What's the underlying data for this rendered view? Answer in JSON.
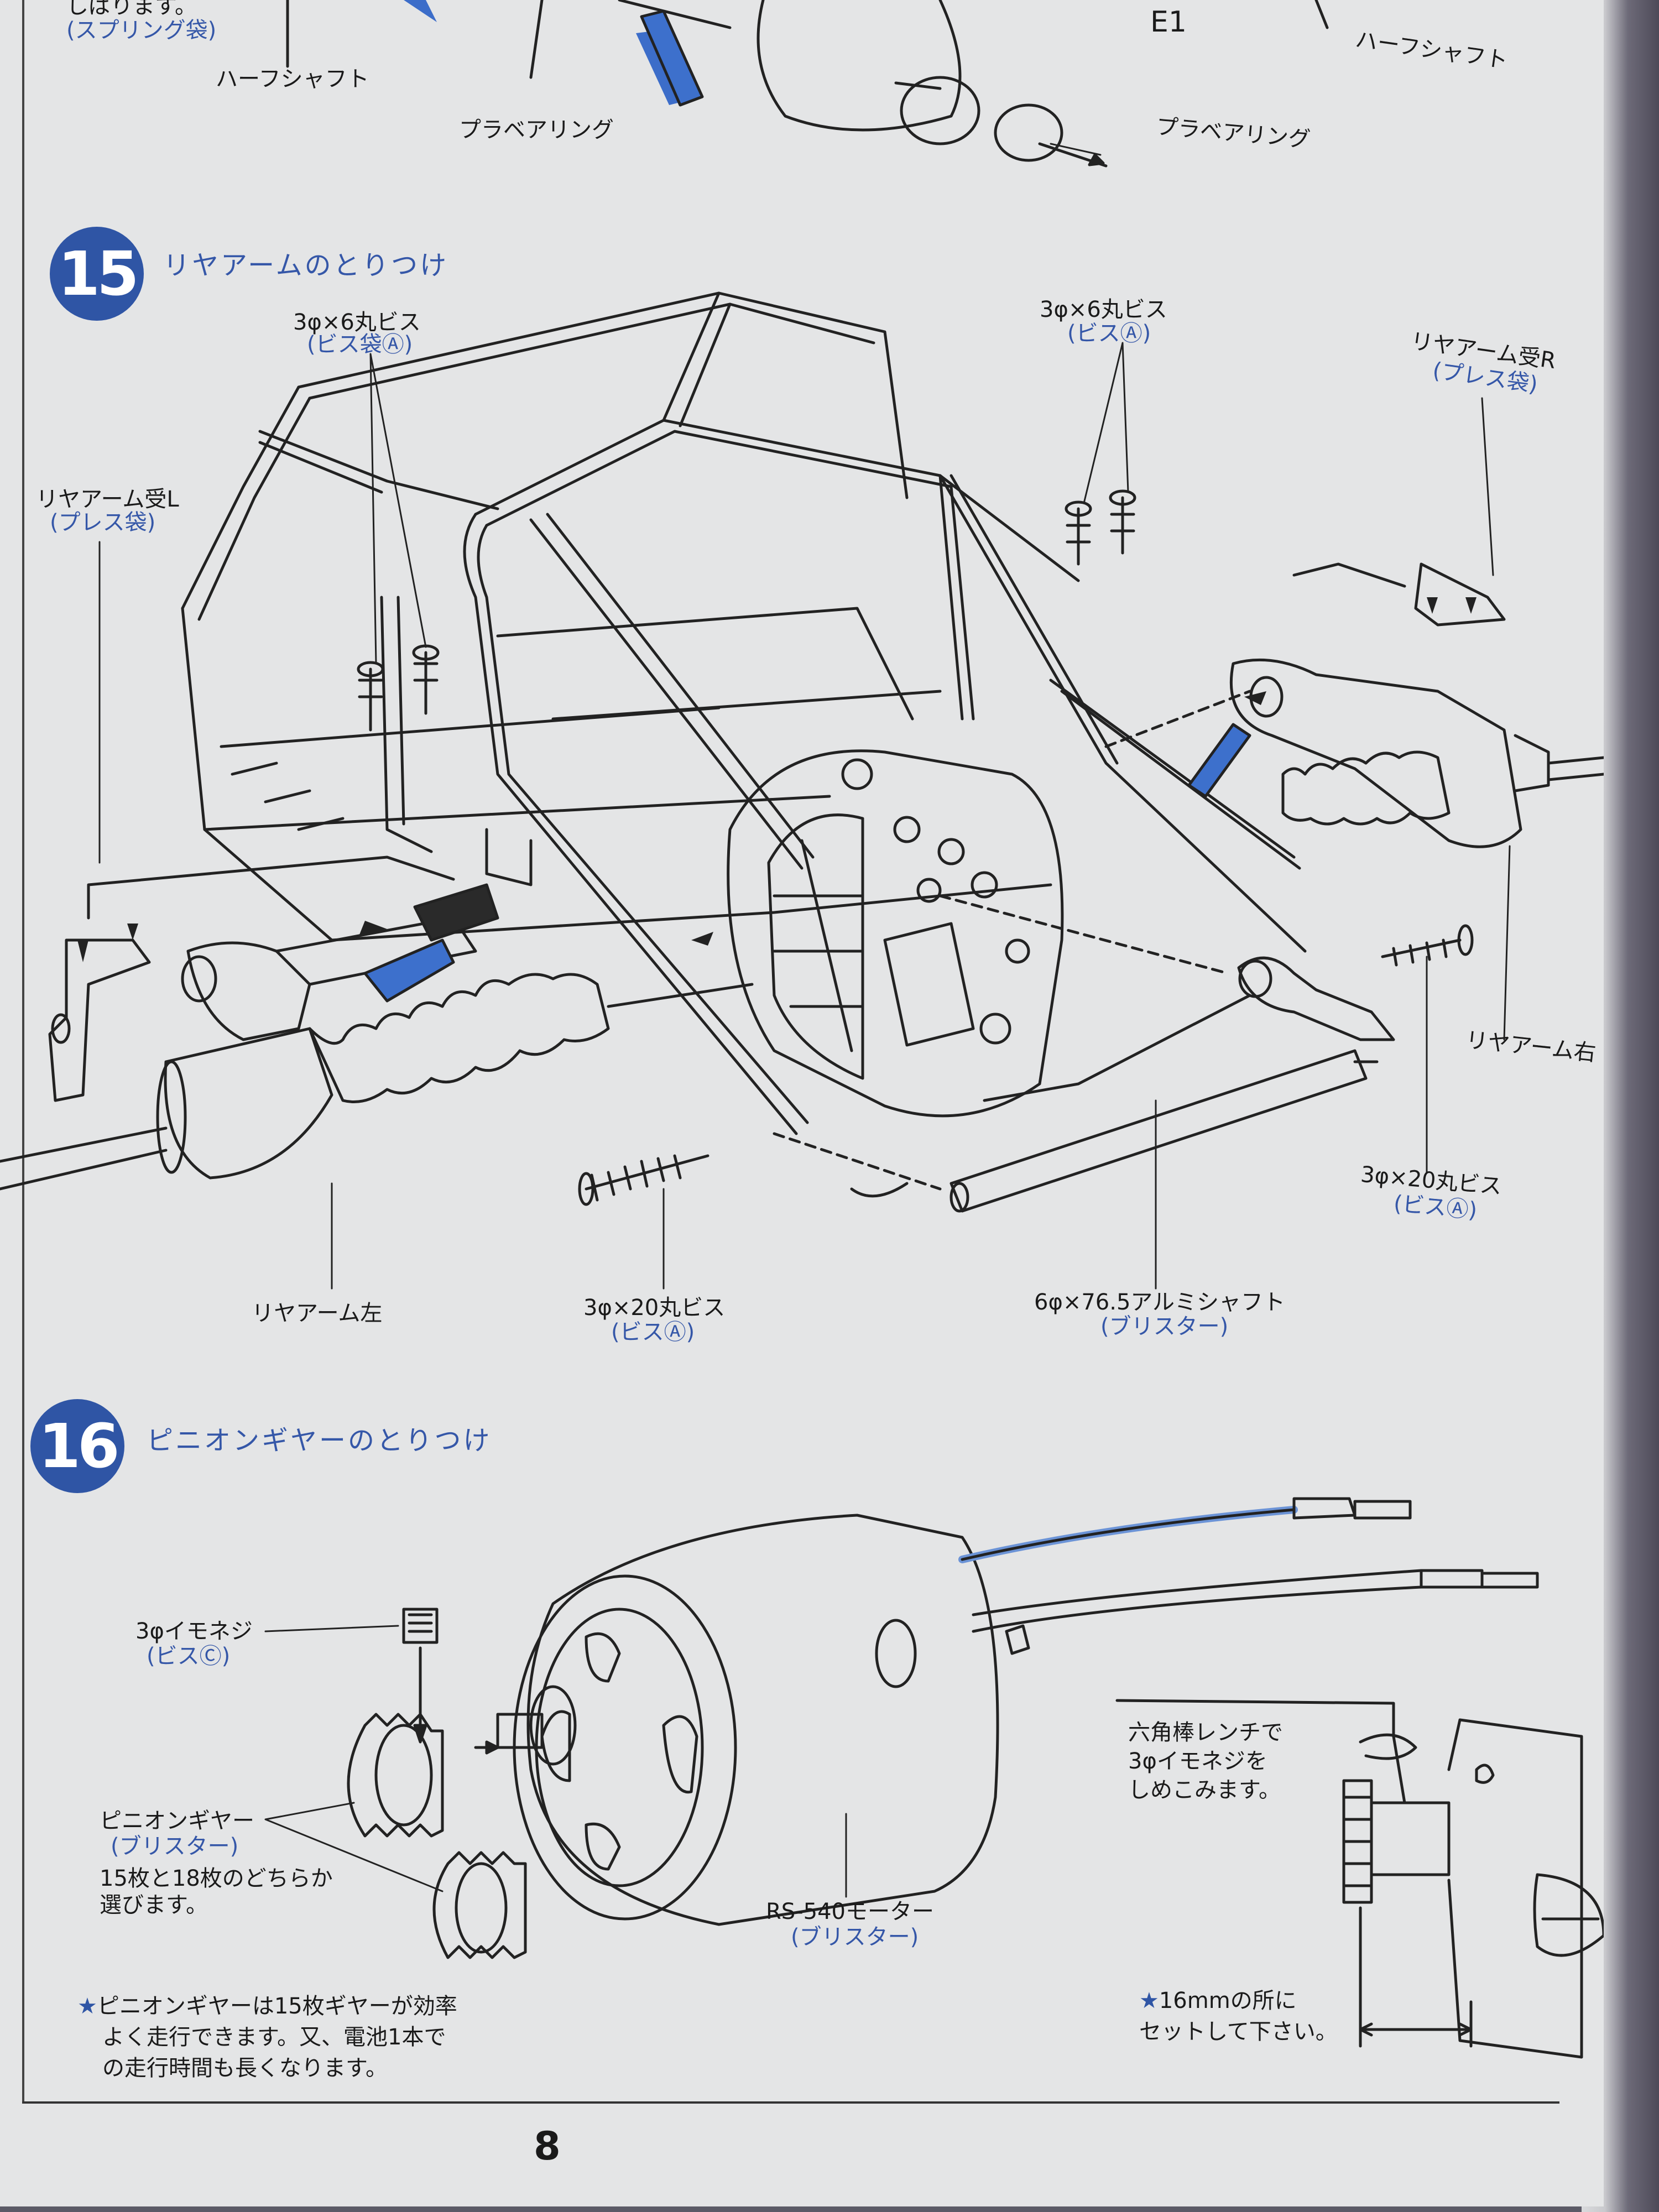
{
  "top_section": {
    "cont_text_1": "しばります。",
    "cont_text_2": "(スプリング袋)",
    "half_shaft_left": "ハーフシャフト",
    "half_shaft_right": "ハーフシャフト",
    "bearing_left": "プラベアリング",
    "bearing_right": "プラベアリング",
    "part_e1": "E1"
  },
  "step15": {
    "number": "15",
    "title": "リヤアームのとりつけ",
    "screw_left_name": "3φ×6丸ビス",
    "screw_left_bag": "(ビス袋Ⓐ)",
    "screw_right_name": "3φ×6丸ビス",
    "screw_right_bag": "(ビスⒶ)",
    "arm_mount_l_name": "リヤアーム受L",
    "arm_mount_l_bag": "(プレス袋)",
    "arm_mount_r_name": "リヤアーム受R",
    "arm_mount_r_bag": "(プレス袋)",
    "arm_right": "リヤアーム右",
    "arm_left": "リヤアーム左",
    "screw20_right_name": "3φ×20丸ビス",
    "screw20_right_bag": "(ビスⒶ)",
    "screw20_center_name": "3φ×20丸ビス",
    "screw20_center_bag": "(ビスⒶ)",
    "shaft_name": "6φ×76.5アルミシャフト",
    "shaft_bag": "(ブリスター)"
  },
  "step16": {
    "number": "16",
    "title": "ピニオンギヤーのとりつけ",
    "setscrew_name": "3φイモネジ",
    "setscrew_bag": "(ビスⒸ)",
    "pinion_name": "ピニオンギヤー",
    "pinion_bag": "(ブリスター)",
    "pinion_note_1": "15枚と18枚のどちらか",
    "pinion_note_2": "選びます。",
    "motor_name": "RS-540モーター",
    "motor_bag": "(ブリスター)",
    "wrench_note_1": "六角棒レンチで",
    "wrench_note_2": "3φイモネジを",
    "wrench_note_3": "しめこみます。",
    "star_note_1": "ピニオンギヤーは15枚ギヤーが効率",
    "star_note_2": "よく走行できます。又、電池1本で",
    "star_note_3": "の走行時間も長くなります。",
    "set_note_1": "16mmの所に",
    "set_note_2": "セットして下さい。",
    "star_glyph": "★"
  },
  "footer": {
    "page_number": "8"
  },
  "colors": {
    "accent_blue": "#2f55a5",
    "paper": "#e4e5e6",
    "ink": "#1a1a1a"
  }
}
